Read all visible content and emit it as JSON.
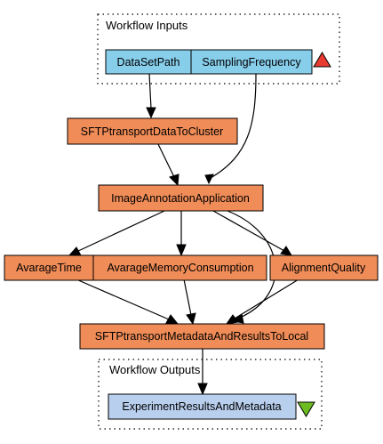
{
  "colors": {
    "input": "#87ceeb",
    "processor": "#f08c57",
    "output": "#b9cfee",
    "input_marker": "#e83a30",
    "output_marker": "#6dbb22"
  },
  "clusters": {
    "inputs_label": "Workflow Inputs",
    "outputs_label": "Workflow Outputs"
  },
  "nodes": {
    "dataset_path": "DataSetPath",
    "sampling_frequency": "SamplingFrequency",
    "sft_transport_data": "SFTPtransportDataToCluster",
    "image_annotation": "ImageAnnotationApplication",
    "avarage_time": "AvarageTime",
    "avarage_memory": "AvarageMemoryConsumption",
    "alignment_quality": "AlignmentQuality",
    "sft_transport_results": "SFTPtransportMetadataAndResultsToLocal",
    "experiment_results": "ExperimentResultsAndMetadata"
  },
  "markers": {
    "inputs_marker_icon": "triangle-up-icon",
    "outputs_marker_icon": "triangle-down-icon"
  }
}
